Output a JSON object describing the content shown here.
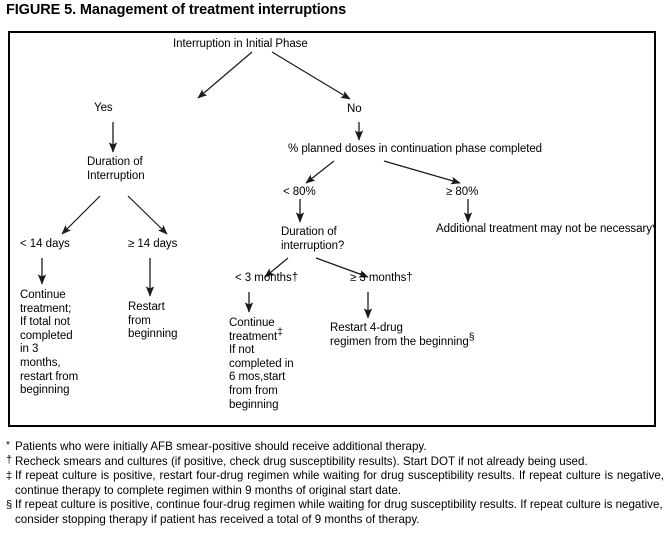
{
  "figure": {
    "title": "FIGURE 5. Management of treatment interruptions"
  },
  "flowchart": {
    "root": "Interruption in Initial Phase",
    "branch_yes_label": "Yes",
    "branch_no_label": "No",
    "yes_node": "Duration of\nInterruption",
    "yes_lt14_label": "< 14 days",
    "yes_ge14_label": "≥ 14 days",
    "yes_lt14_action": "Continue\ntreatment;\nIf total not\ncompleted\nin 3\nmonths,\nrestart from\nbeginning",
    "yes_ge14_action": "Restart\nfrom\nbeginning",
    "no_node": "% planned doses in continuation phase completed",
    "no_lt80_label": "< 80%",
    "no_ge80_label": "≥ 80%",
    "no_ge80_action": "Additional treatment may not be necessary*",
    "no_lt80_node": "Duration of\ninterruption?",
    "lt3_label": "< 3 months†",
    "ge3_label": "≥ 3 months†",
    "lt3_action_pre": "Continue\ntreatment",
    "lt3_action_mark": "‡",
    "lt3_action_post": "\nIf not\ncompleted in\n6 mos,start\nfrom from\nbeginning",
    "ge3_action_pre": "Restart 4-drug\nregimen from the beginning",
    "ge3_action_mark": "§"
  },
  "footnotes": [
    {
      "mark": "*",
      "text": "Patients who were initially AFB smear-positive should receive additional therapy."
    },
    {
      "mark": "†",
      "text": "Recheck smears and cultures (if positive, check drug susceptibility results). Start DOT if not already being used."
    },
    {
      "mark": "‡",
      "text": "If repeat culture is positive, restart four-drug regimen while waiting for drug susceptibility results. If repeat culture is negative, continue therapy to complete regimen within 9 months of original start date."
    },
    {
      "mark": "§",
      "text": "If repeat culture is positive, continue four-drug regimen while waiting for drug susceptibility results. If repeat culture is negative, consider stopping therapy if patient has received a total of 9 months of therapy."
    }
  ],
  "colors": {
    "ink": "#000000",
    "paper": "#ffffff"
  }
}
